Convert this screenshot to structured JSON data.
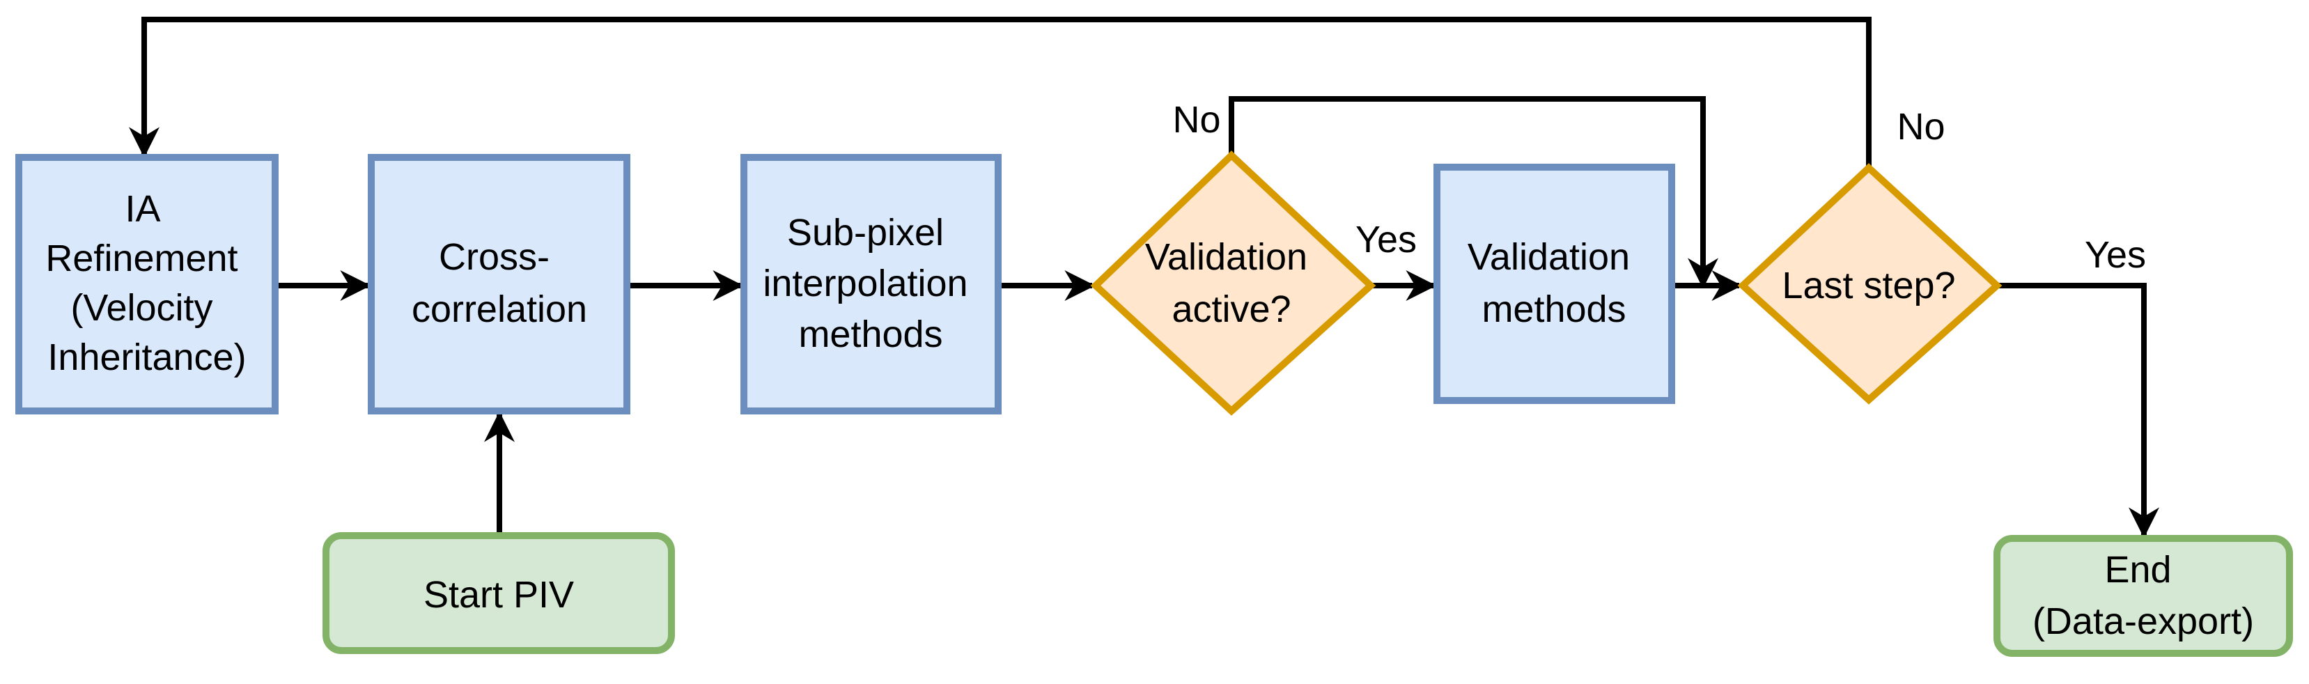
{
  "colors": {
    "process_fill": "#dae8fc",
    "process_stroke": "#6c8ebf",
    "decision_fill": "#ffe6cc",
    "decision_stroke": "#d79b00",
    "terminal_fill": "#d5e8d4",
    "terminal_stroke": "#82b366",
    "edge": "#000000"
  },
  "nodes": {
    "ia_refinement": {
      "lines": [
        "IA",
        "Refinement",
        "(Velocity",
        "Inheritance)"
      ]
    },
    "cross_correlation": {
      "lines": [
        "Cross-",
        "correlation"
      ]
    },
    "subpixel": {
      "lines": [
        "Sub-pixel",
        "interpolation",
        "methods"
      ]
    },
    "validation_active": {
      "lines": [
        "Validation",
        "active?"
      ]
    },
    "validation_methods": {
      "lines": [
        "Validation",
        "methods"
      ]
    },
    "last_step": {
      "lines": [
        "Last step?"
      ]
    },
    "start": {
      "lines": [
        "Start PIV"
      ]
    },
    "end": {
      "lines": [
        "End",
        "(Data-export)"
      ]
    }
  },
  "edge_labels": {
    "validation_no": "No",
    "validation_yes": "Yes",
    "last_no": "No",
    "last_yes": "Yes"
  }
}
